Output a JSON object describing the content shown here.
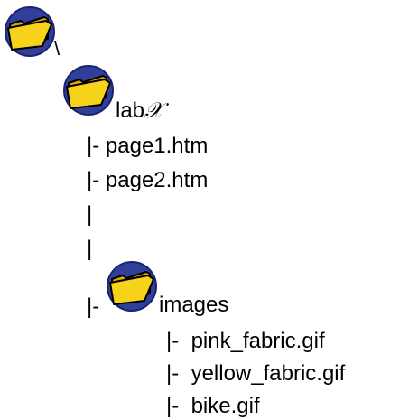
{
  "tree": {
    "root": {
      "icon": "folder-icon",
      "label": "\\"
    },
    "lab": {
      "icon": "folder-icon",
      "name": "lab",
      "suffix": "𝒳",
      "files": [
        "|- page1.htm",
        "|- page2.htm"
      ],
      "connectors": [
        "|",
        "|"
      ]
    },
    "images": {
      "icon": "folder-icon",
      "prefix": "|-",
      "name": "images",
      "files": [
        "|-  pink_fabric.gif",
        "|-  yellow_fabric.gif",
        "|-  bike.gif"
      ]
    }
  },
  "colors": {
    "circle": "#2f3f9a",
    "circle_dark": "#1a2470",
    "folder": "#f7d21a",
    "folder_shade": "#e0a800",
    "outline": "#000000"
  }
}
